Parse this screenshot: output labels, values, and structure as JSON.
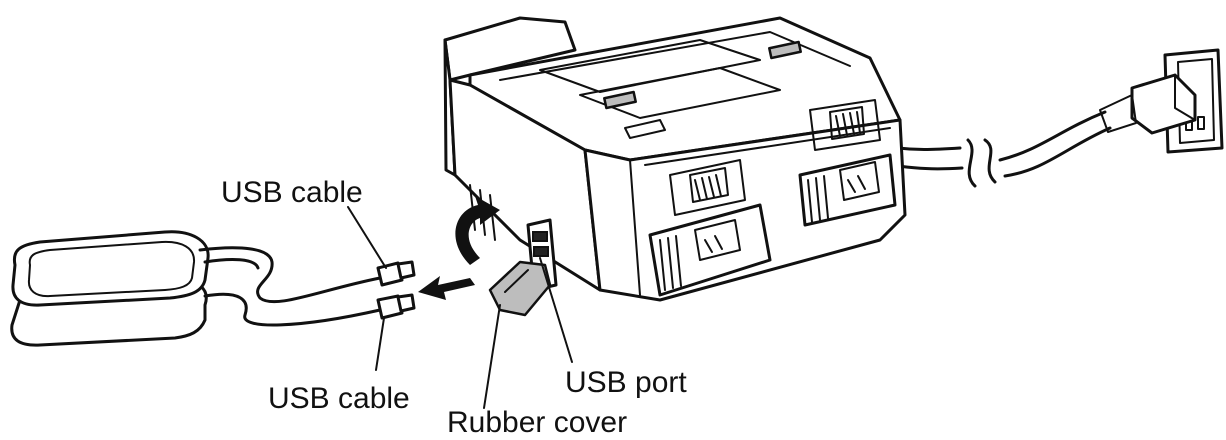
{
  "labels": {
    "usb_cable_top": "USB cable",
    "usb_cable_bottom": "USB cable",
    "usb_port": "USB port",
    "rubber_cover": "Rubber cover"
  }
}
